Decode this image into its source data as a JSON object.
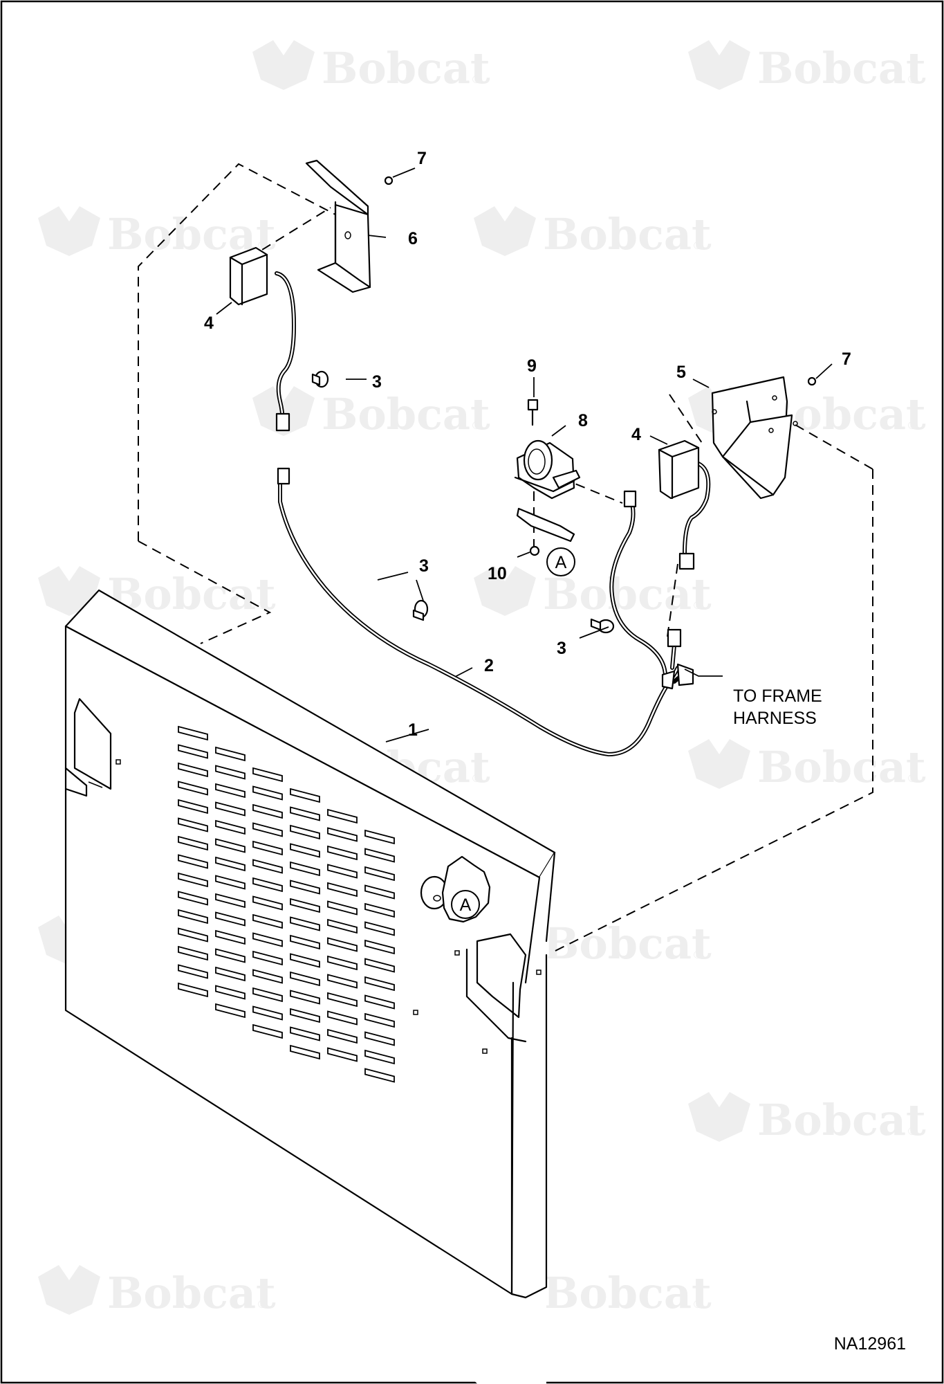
{
  "watermark": {
    "text": "Bobcat",
    "mark": "®",
    "logo_icon": "bobcat-head-logo-icon",
    "color": "#eeeeee"
  },
  "frame": {
    "border_color": "#000000"
  },
  "callouts": [
    {
      "id": "c1",
      "text": "1"
    },
    {
      "id": "c2",
      "text": "2"
    },
    {
      "id": "c3a",
      "text": "3"
    },
    {
      "id": "c3b",
      "text": "3"
    },
    {
      "id": "c3c",
      "text": "3"
    },
    {
      "id": "c4a",
      "text": "4"
    },
    {
      "id": "c4b",
      "text": "4"
    },
    {
      "id": "c5",
      "text": "5"
    },
    {
      "id": "c6",
      "text": "6"
    },
    {
      "id": "c7a",
      "text": "7"
    },
    {
      "id": "c7b",
      "text": "7"
    },
    {
      "id": "c8",
      "text": "8"
    },
    {
      "id": "c9",
      "text": "9"
    },
    {
      "id": "c10",
      "text": "10"
    }
  ],
  "detail_markers": [
    {
      "id": "a1",
      "text": "A"
    },
    {
      "id": "a2",
      "text": "A"
    }
  ],
  "note": {
    "line1": "TO FRAME",
    "line2": "HARNESS"
  },
  "drawing_number": "NA12961"
}
